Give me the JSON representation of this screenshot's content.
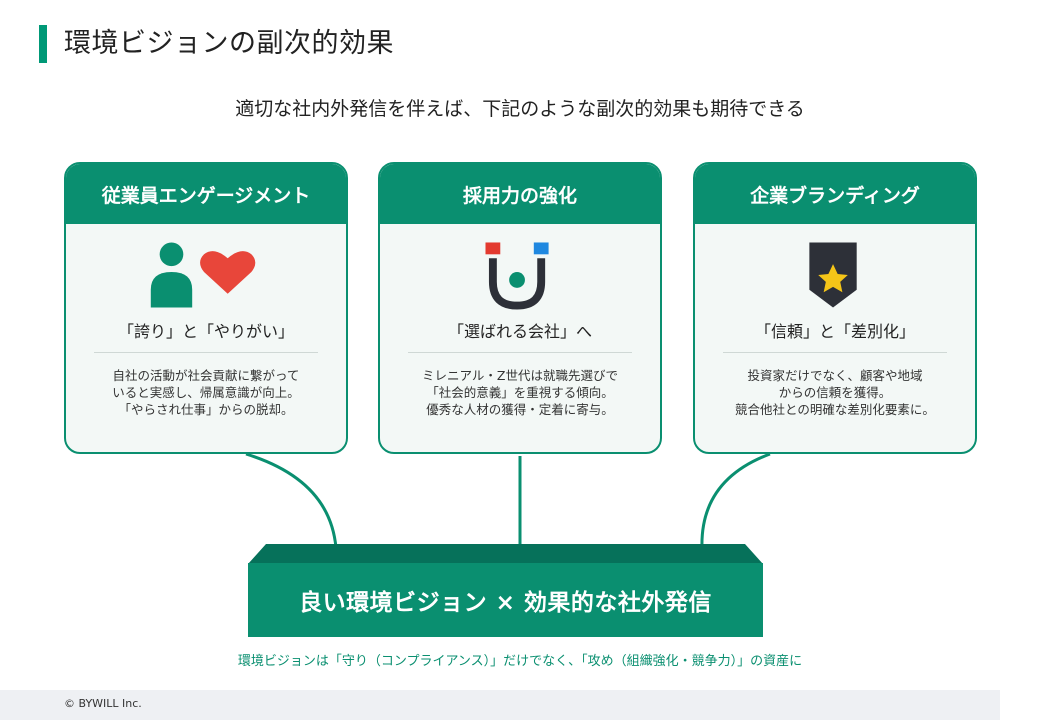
{
  "title": "環境ビジョンの副次的効果",
  "subtitle": "適切な社内外発信を伴えば、下記のような副次的効果も期待できる",
  "cards": [
    {
      "header": "従業員エンゲージメント",
      "icon": "person-heart-icon",
      "heading": "「誇り」と「やりがい」",
      "lines": [
        "自社の活動が社会貢献に繋がって",
        "いると実感し、帰属意識が向上。",
        "「やらされ仕事」からの脱却。"
      ]
    },
    {
      "header": "採用力の強化",
      "icon": "magnet-icon",
      "heading": "「選ばれる会社」へ",
      "lines": [
        "ミレニアル・Z世代は就職先選びで",
        "「社会的意義」を重視する傾向。",
        "優秀な人材の獲得・定着に寄与。"
      ]
    },
    {
      "header": "企業ブランディング",
      "icon": "star-badge-icon",
      "heading": "「信頼」と「差別化」",
      "lines": [
        "投資家だけでなく、顧客や地域",
        "からの信頼を獲得。",
        "競合他社との明確な差別化要素に。"
      ]
    }
  ],
  "main_box": "良い環境ビジョン × 効果的な社外発信",
  "caption": "環境ビジョンは「守り（コンプライアンス）」だけでなく、「攻め（組織強化・競争力）」の資産に",
  "footer": "© BYWILL Inc.",
  "colors": {
    "accent": "#0a8f70",
    "accent_dark": "#06715a",
    "heart": "#e8463a",
    "magnet_red": "#e33a2f",
    "magnet_blue": "#1f88e0",
    "star": "#f5c518",
    "badge": "#2d3038"
  }
}
